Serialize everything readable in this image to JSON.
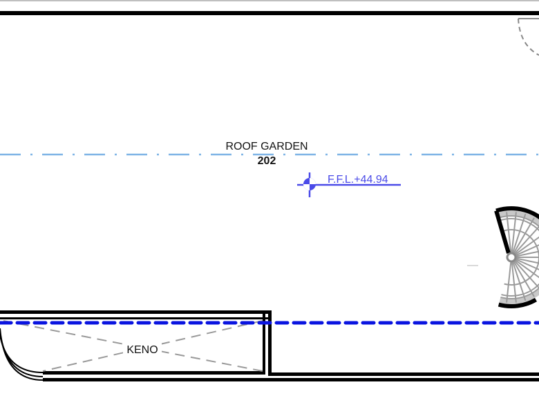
{
  "room": {
    "name": "ROOF GARDEN",
    "number": "202"
  },
  "level_marker": {
    "label": "F.F.L.+44.94"
  },
  "storage": {
    "label": "KENO"
  },
  "colors": {
    "wall": "#000000",
    "grid_line": "#7fb4e6",
    "level": "#4a4ae8",
    "overhead_line": "#0a14e0",
    "hidden": "#999999",
    "stair": "#9a9a9a"
  }
}
